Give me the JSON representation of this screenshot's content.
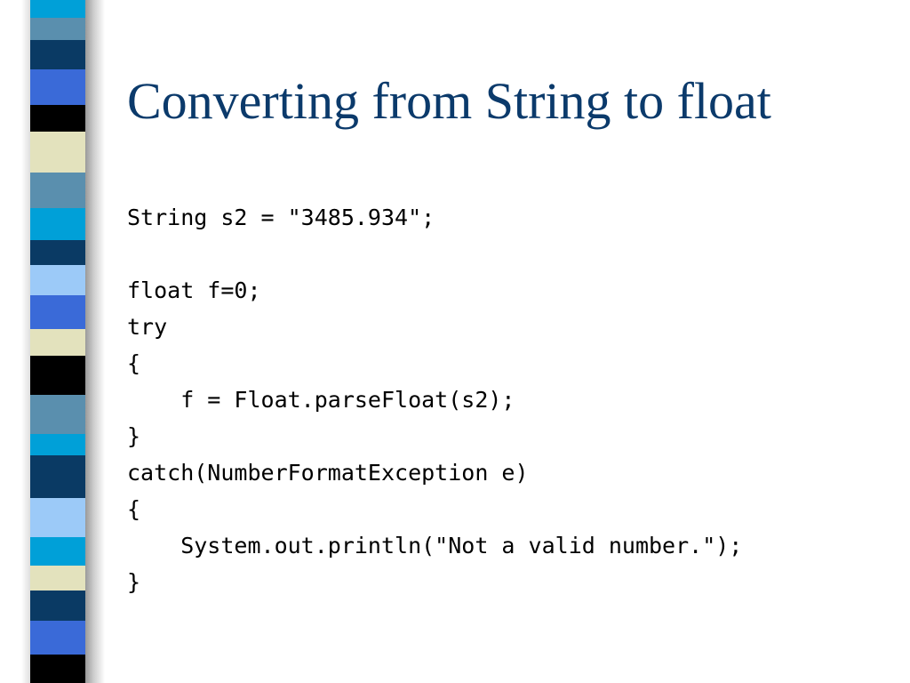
{
  "slide": {
    "title": "Converting from String to float",
    "code_lines": [
      "String s2 = \"3485.934\";",
      "",
      "float f=0;",
      "try",
      "{",
      "    f = Float.parseFloat(s2);",
      "}",
      "catch(NumberFormatException e)",
      "{",
      "    System.out.println(\"Not a valid number.\");",
      "}"
    ]
  },
  "colors": {
    "title": "#0b3a6b",
    "stripe_palette": [
      "#00a0d8",
      "#5a8fae",
      "#0a3a64",
      "#3a6ad8",
      "#000000",
      "#e3e2bd",
      "#9ccaf8"
    ]
  }
}
